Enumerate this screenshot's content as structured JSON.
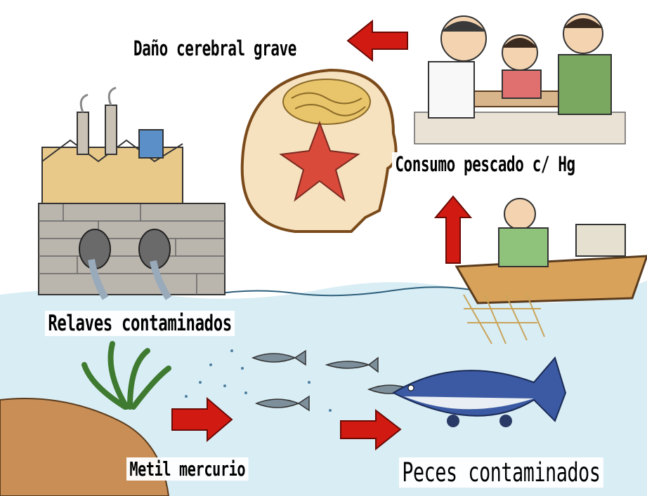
{
  "labels": {
    "brain_damage": "Daño cerebral grave",
    "fish_consumption": "Consumo pescado c/ Hg",
    "tailings": "Relaves contaminados",
    "methylmercury": "Metil mercurio",
    "contaminated_fish": "Peces contaminados"
  },
  "colors": {
    "arrow": "#d11a12",
    "water": "#d7ecf3",
    "brain_star": "#d94a3a",
    "head": "#f6e2bf",
    "wall": "#b9b5ad",
    "ground": "#c98e55",
    "boat": "#d8a25a",
    "fish": "#7d8f9b",
    "big_fish": "#3b5aa3"
  },
  "icons": {
    "flow_arrow": "red-arrow-icon"
  }
}
